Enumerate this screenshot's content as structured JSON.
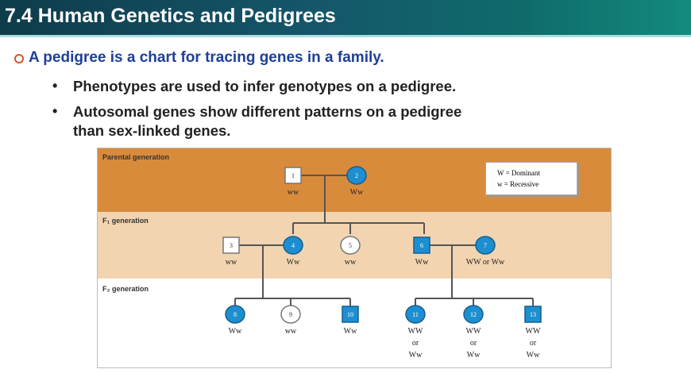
{
  "slide": {
    "title": "7.4 Human Genetics and Pedigrees",
    "main_bullet": "A pedigree is a chart for tracing genes in a family.",
    "sub_bullets": [
      "Phenotypes are used to infer genotypes on a pedigree.",
      "Autosomal genes show different patterns on a pedigree",
      "than sex-linked genes."
    ]
  },
  "figure": {
    "bands": [
      "Parental generation",
      "F₁ generation",
      "F₂ generation"
    ],
    "legend": [
      "W = Dominant",
      "w = Recessive"
    ],
    "nodes": [
      {
        "id": "1",
        "shape": "square",
        "affected": false,
        "genotype": "ww"
      },
      {
        "id": "2",
        "shape": "circle",
        "affected": true,
        "genotype": "Ww"
      },
      {
        "id": "3",
        "shape": "square",
        "affected": false,
        "genotype": "ww"
      },
      {
        "id": "4",
        "shape": "circle",
        "affected": true,
        "genotype": "Ww"
      },
      {
        "id": "5",
        "shape": "circle",
        "affected": false,
        "genotype": "ww"
      },
      {
        "id": "6",
        "shape": "square",
        "affected": true,
        "genotype": "Ww"
      },
      {
        "id": "7",
        "shape": "circle",
        "affected": true,
        "genotype": "WW or Ww"
      },
      {
        "id": "8",
        "shape": "circle",
        "affected": true,
        "genotype": "Ww"
      },
      {
        "id": "9",
        "shape": "circle",
        "affected": false,
        "genotype": "ww"
      },
      {
        "id": "10",
        "shape": "square",
        "affected": true,
        "genotype": "Ww"
      },
      {
        "id": "11",
        "shape": "circle",
        "affected": true,
        "genotype": "WW or Ww"
      },
      {
        "id": "12",
        "shape": "circle",
        "affected": true,
        "genotype": "WW or Ww"
      },
      {
        "id": "13",
        "shape": "square",
        "affected": true,
        "genotype": "WW or Ww"
      }
    ],
    "colors": {
      "affected": "#1d8fd0",
      "parental_band": "#d98b3c",
      "f1_band": "#f2d4b0"
    }
  }
}
